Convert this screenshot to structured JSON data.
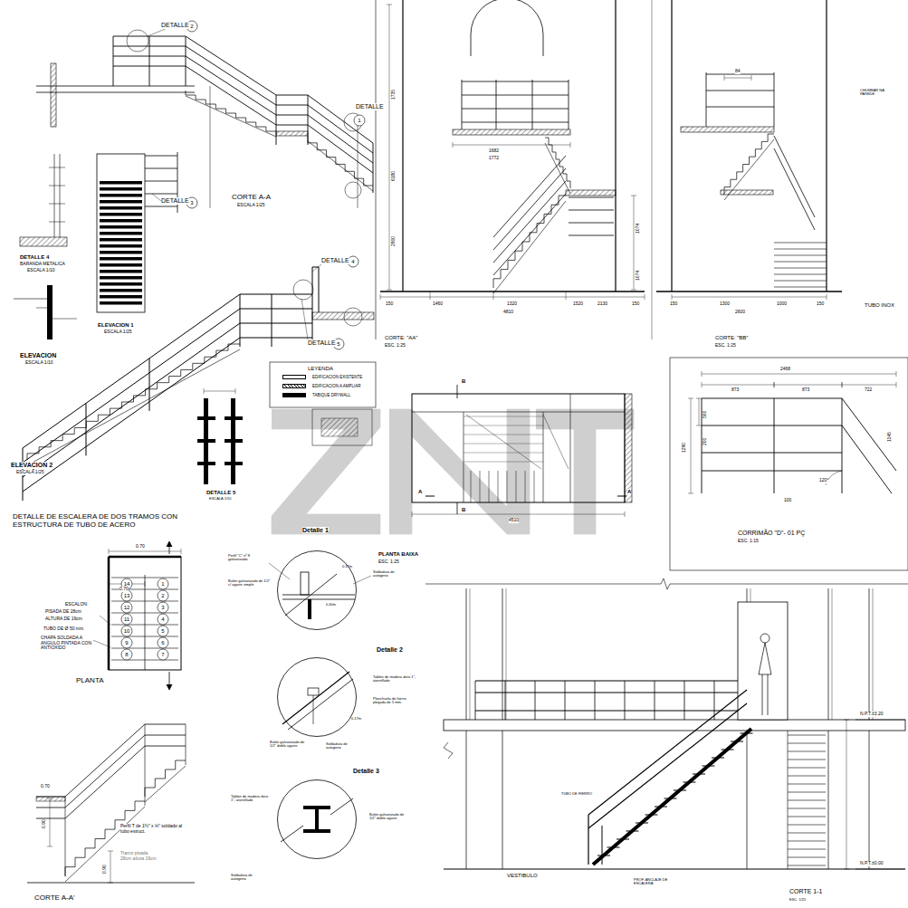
{
  "diagram": {
    "nodes": [
      {
        "text": [
          "Detalle 1"
        ]
      },
      {
        "text": [
          "Detalle 2"
        ]
      },
      {
        "text": [
          "Detalle 3"
        ]
      }
    ],
    "labels": [
      "DETALLE",
      "2",
      "DETALLE",
      "1",
      "CORTE A-A",
      "ESCALA 1/25",
      "DETALLE",
      "3",
      "DETALLE 4",
      "BARANDA METALICA",
      "ESCALA 1/10",
      "ELEVACION 1",
      "ESCALA 1/25",
      "ELEVACION",
      "ESCALA 1/10",
      "DETALLE",
      "4",
      "DETALLE",
      "5",
      "ELEVACION 2",
      "ESCALA 1/25",
      "DETALLE 5",
      "ESCALA 1/10",
      "LEYENDA",
      "1735",
      "6180",
      "2900",
      "1074",
      "1074",
      "1682",
      "1772",
      "150",
      "1460",
      "1320",
      "1520",
      "2130",
      "150",
      "4810",
      "CORTE: \"AA\"",
      "ESC. 1:25",
      "84",
      "150",
      "1300",
      "1000",
      "150",
      "2600",
      "CORTE: \"BB\"",
      "ESC. 1:25",
      "TUBO INOX",
      "CHUMBAR NA PAREDE",
      "2468",
      "873",
      "873",
      "722",
      "1145",
      "1290",
      "500",
      "200",
      "100",
      "120°",
      "CORRIMÃO \"D\"- 01 PÇ",
      "ESC. 1:15",
      "PLANTA BAIXA",
      "ESC. 1:25",
      "4510",
      "A",
      "A",
      "B",
      "B",
      "DETALLE DE ESCALERA DE DOS TRAMOS CON ESTRUCTURA DE TUBO DE ACERO",
      "PLANTA",
      "0.70",
      "0.70",
      "ESCALON:",
      "PISADA DE 28cm",
      "ALTURA DE 19cm",
      "TUBO DE Ø 50 mm",
      "CHAPA SOLDADA A ANGULO PINTADA CON ANTIOXIDO",
      "14",
      "13",
      "12",
      "11",
      "10",
      "9",
      "8",
      "1",
      "2",
      "3",
      "4",
      "5",
      "6",
      "7",
      "CORTE A-A'",
      "0.70",
      "0.90",
      "0.90",
      "Perfil T de 1½\" x ⅛\" soldado al tubo estruct.",
      "Tramo pisada 28cm altura 19cm",
      "Perfil \"C\" nº 8 galvanizado",
      "Bulón galvanizado de 1/2\" c/ agarre simple",
      "Soldadura de autogeno",
      "0.17m",
      "0.40m",
      "Tablon de madera duro 1\", atornillado",
      "Planchuela de hierro plegada de 5 mm.",
      "0.17m",
      "Bulón galvanizado de 1/2\" doble agarre",
      "Soldadura de autogeno",
      "Tablon de madera duro 1\", atornillado",
      "Bulón galvanizado de 1/2\" doble agarre",
      "Soldadura de autogeno",
      "CORTE 1-1",
      "ESC. 1/25",
      "N.P.T.±3.20",
      "N.P.T.±0.00",
      "VESTIBULO",
      "PROF. ANCLAJE DE ESCALERA",
      "TUBO DE FIERRO"
    ],
    "legend": [
      {
        "text": "EDIFICACION EXISTENTE",
        "color": "#ffffff"
      },
      {
        "text": "EDIFICACION A AMPLIAR"
      },
      {
        "text": "TABIQUE DRYWALL",
        "color": "#000000"
      }
    ]
  }
}
